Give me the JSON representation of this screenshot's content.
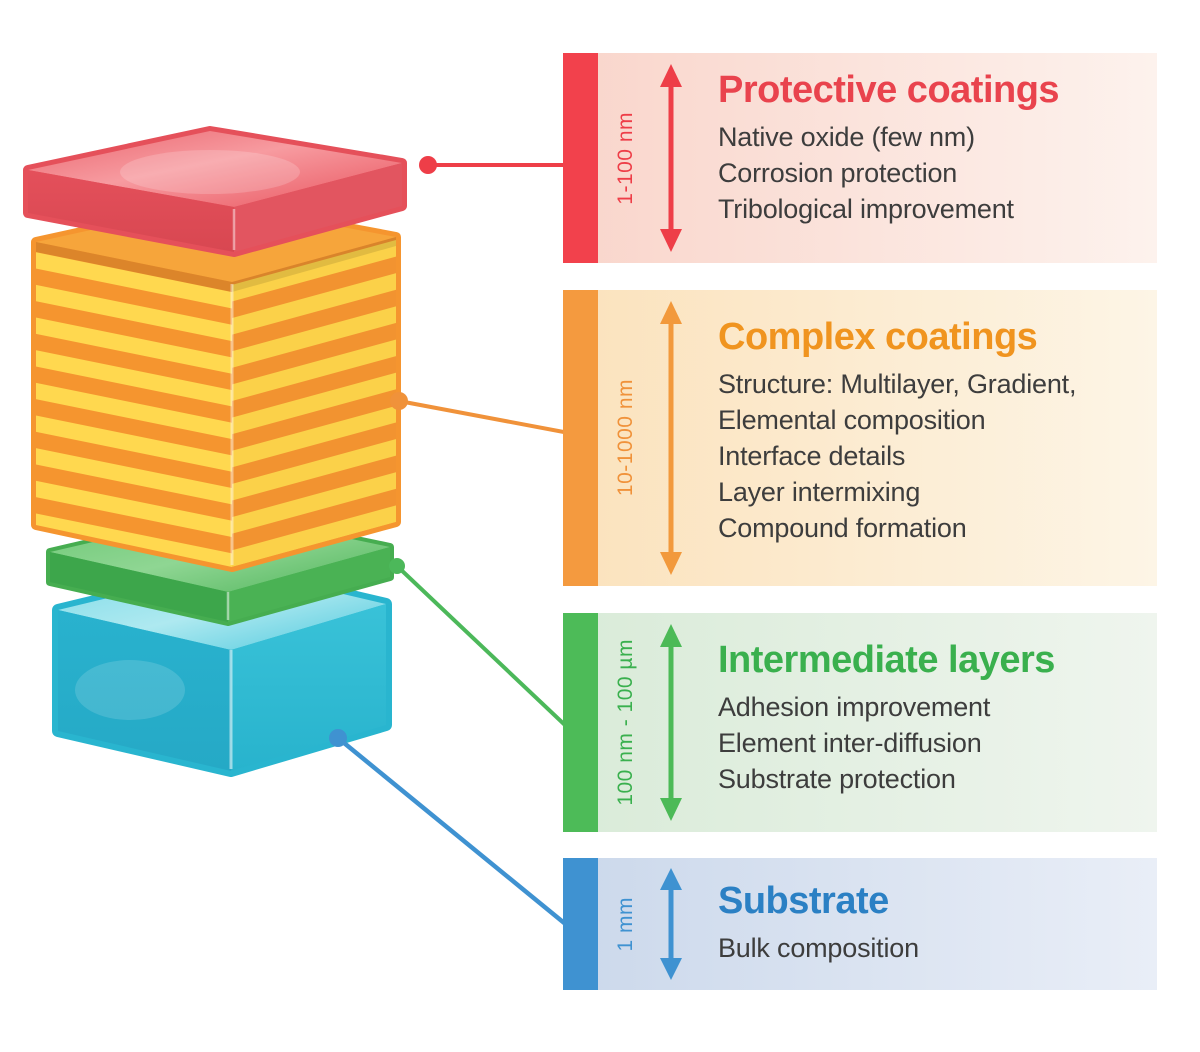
{
  "figure": {
    "description": "Coating stack cross-section diagram",
    "background": "#ffffff"
  },
  "stack": {
    "layers": [
      {
        "id": "protective-coating",
        "color": "#ee4a55"
      },
      {
        "id": "complex-coating",
        "stripe_colors": [
          "#f5952f",
          "#ffd84f"
        ]
      },
      {
        "id": "intermediate-layer",
        "color": "#4db558"
      },
      {
        "id": "substrate",
        "color": "#29bcd4"
      }
    ]
  },
  "panels": [
    {
      "id": "protective-coatings",
      "title": "Protective coatings",
      "range": "1-100 nm",
      "lines": [
        "Native oxide (few nm)",
        "Corrosion protection",
        "Tribological improvement"
      ],
      "accent": "#ee3e48",
      "title_color": "#e9434d",
      "bg_from": "#f9d5cb",
      "bg_to": "#fdf2ed"
    },
    {
      "id": "complex-coatings",
      "title": "Complex coatings",
      "range": "10-1000 nm",
      "lines": [
        "Structure: Multilayer, Gradient,",
        "Elemental composition",
        "Interface details",
        "Layer intermixing",
        "Compound formation"
      ],
      "accent": "#f2993c",
      "title_color": "#f0941f",
      "bg_from": "#fbe2bc",
      "bg_to": "#fdf5e6"
    },
    {
      "id": "intermediate-layers",
      "title": "Intermediate layers",
      "range": "100 nm - 100 µm",
      "lines": [
        "Adhesion improvement",
        "Element inter-diffusion",
        "Substrate protection"
      ],
      "accent": "#4cba57",
      "title_color": "#3ab04e",
      "bg_from": "#d9ebd8",
      "bg_to": "#eff5ee"
    },
    {
      "id": "substrate",
      "title": "Substrate",
      "range": "1 mm",
      "lines": [
        "Bulk composition"
      ],
      "accent": "#3f92d1",
      "title_color": "#2b80c4",
      "bg_from": "#cbd8eb",
      "bg_to": "#e9eef7"
    }
  ],
  "text_color": "#3d3d3d"
}
